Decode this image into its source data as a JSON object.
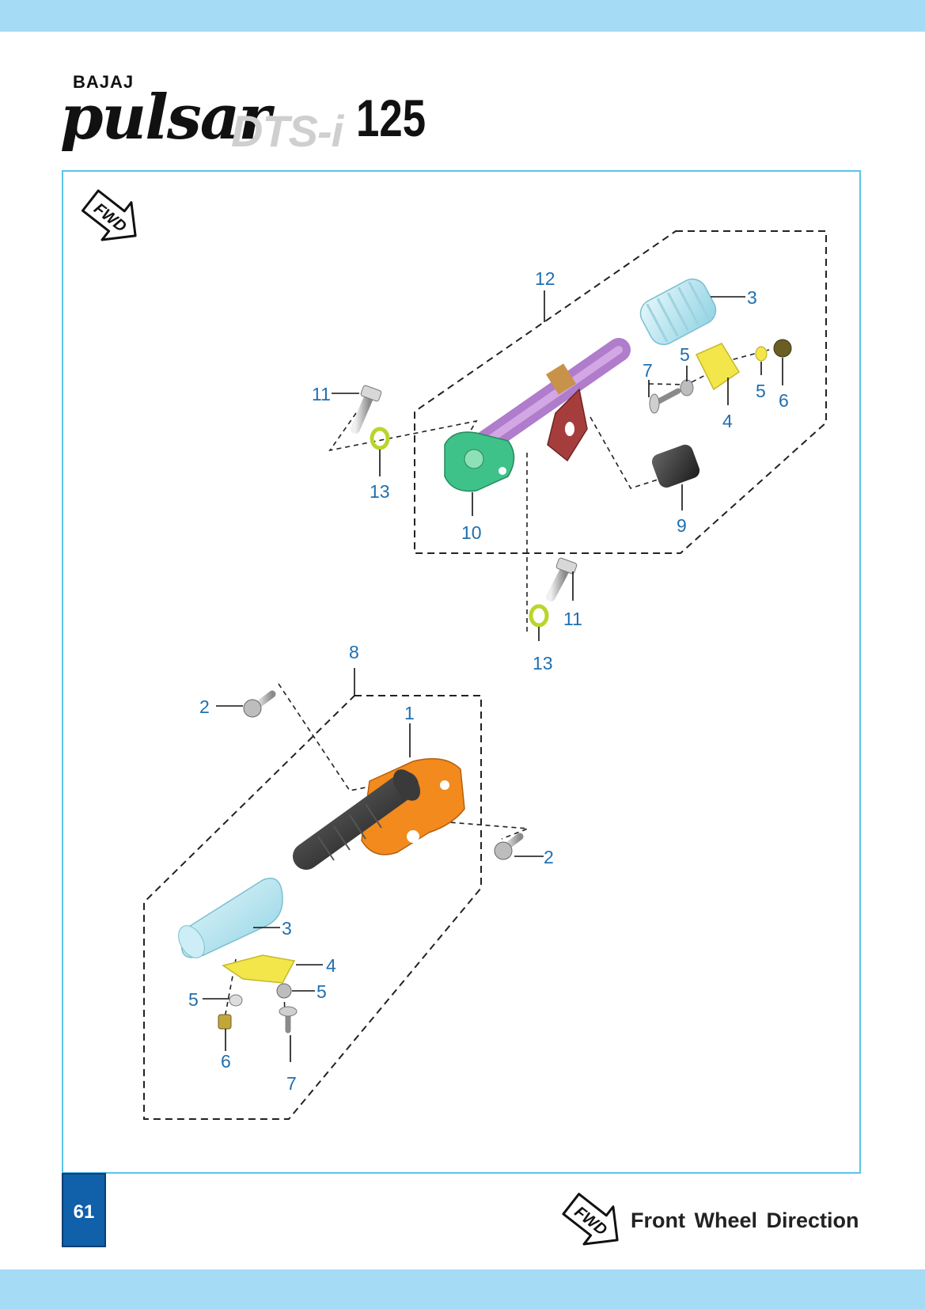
{
  "header": {
    "brand": "BAJAJ",
    "product_script": "pulsar",
    "model": "DTS-i",
    "displacement": "125"
  },
  "diagram": {
    "fwd_badge": "FWD",
    "callouts": {
      "c12": "12",
      "c3a": "3",
      "c5a": "5",
      "c7a": "7",
      "c5b": "5",
      "c6a": "6",
      "c4a": "4",
      "c11a": "11",
      "c13a": "13",
      "c10": "10",
      "c9": "9",
      "c11b": "11",
      "c13b": "13",
      "c8": "8",
      "c2a": "2",
      "c1": "1",
      "c2b": "2",
      "c3b": "3",
      "c4b": "4",
      "c5c": "5",
      "c5d": "5",
      "c6b": "6",
      "c7b": "7"
    },
    "colors": {
      "callout": "#1f6fb0",
      "frame": "#5cc2ea",
      "rubber": "#bfe8f2",
      "bracket": "#f28a1e",
      "plate": "#3fc28a",
      "rod": "#b07ccc",
      "mount": "#a63d3d",
      "clip": "#f2e64a"
    }
  },
  "footer": {
    "page_number": "61",
    "legend_badge": "FWD",
    "legend_text": "Front Wheel Direction"
  },
  "bands": {
    "color": "#a6dbf5"
  }
}
